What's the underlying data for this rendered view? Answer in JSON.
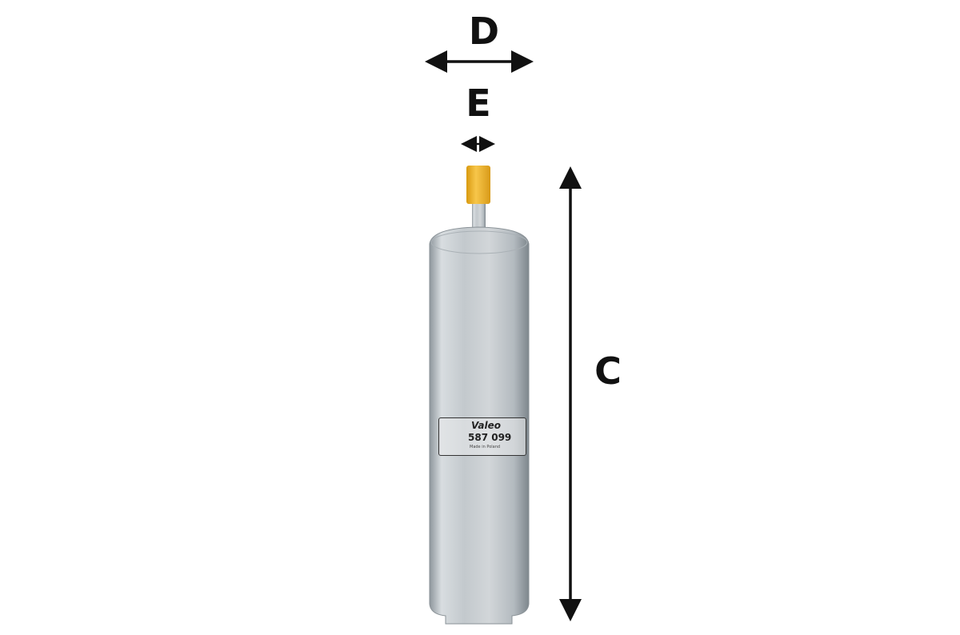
{
  "dimensions": {
    "d_label": "D",
    "e_label": "E",
    "c_label": "C"
  },
  "product_label": {
    "brand": "Valeo",
    "part_number": "587 099",
    "origin": "Made in Poland"
  },
  "colors": {
    "cap": "#f2b630",
    "body": "#c5cbd0",
    "arrows": "#111111"
  }
}
